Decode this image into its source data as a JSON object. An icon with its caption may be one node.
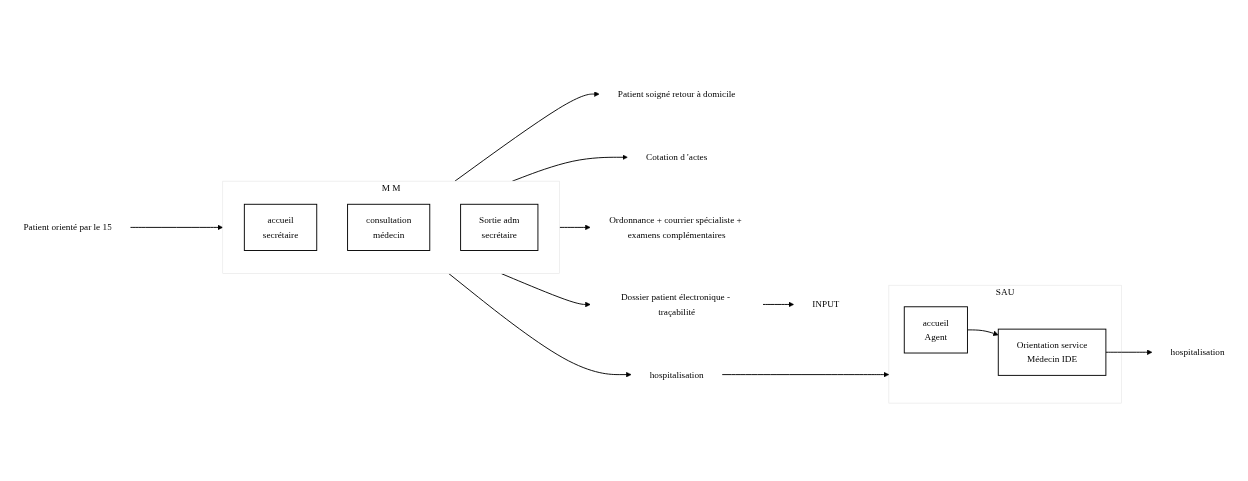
{
  "diagram": {
    "nodes": [
      {
        "text": [
          "Patient orienté par le 15"
        ]
      },
      {
        "text": [
          "M M"
        ]
      },
      {
        "text": [
          "accueil",
          "secrétaire"
        ],
        "in": 1
      },
      {
        "text": [
          "consultation",
          "médecin"
        ],
        "in": 1
      },
      {
        "text": [
          "Sortie adm",
          "secrétaire"
        ],
        "in": 1
      },
      {
        "text": [
          "Patient soigné retour à domicile"
        ]
      },
      {
        "text": [
          "Cotation d 'actes"
        ]
      },
      {
        "text": [
          "Ordonnance + courrier spécialiste + examens complémentaires"
        ]
      },
      {
        "text": [
          "Dossier patient électronique - traçabilité"
        ]
      },
      {
        "text": [
          "hospitalisation"
        ]
      },
      {
        "text": [
          "SAU"
        ]
      },
      {
        "text": [
          "Orientation service",
          "Médecin IDE"
        ],
        "in": 10
      },
      {
        "text": [
          "accueil",
          "Agent"
        ],
        "in": 10
      },
      {
        "text": [
          "hospitalisation"
        ]
      },
      {
        "text": [
          "INPUT"
        ]
      }
    ],
    "edges": [
      {
        "from": 0,
        "to": 1,
        "arrow": "to"
      },
      {
        "from": 1,
        "to": 5,
        "arrow": "to"
      },
      {
        "from": 1,
        "to": 6,
        "arrow": "to"
      },
      {
        "from": 1,
        "to": 7,
        "arrow": "to"
      },
      {
        "from": 1,
        "to": 8,
        "arrow": "to"
      },
      {
        "from": 1,
        "to": 9,
        "arrow": "to"
      },
      {
        "from": 9,
        "to": 10,
        "arrow": "to"
      },
      {
        "from": 8,
        "to": 14,
        "arrow": "to"
      },
      {
        "from": 12,
        "to": 11,
        "arrow": "to"
      },
      {
        "from": 11,
        "to": 13,
        "arrow": "to"
      }
    ]
  }
}
